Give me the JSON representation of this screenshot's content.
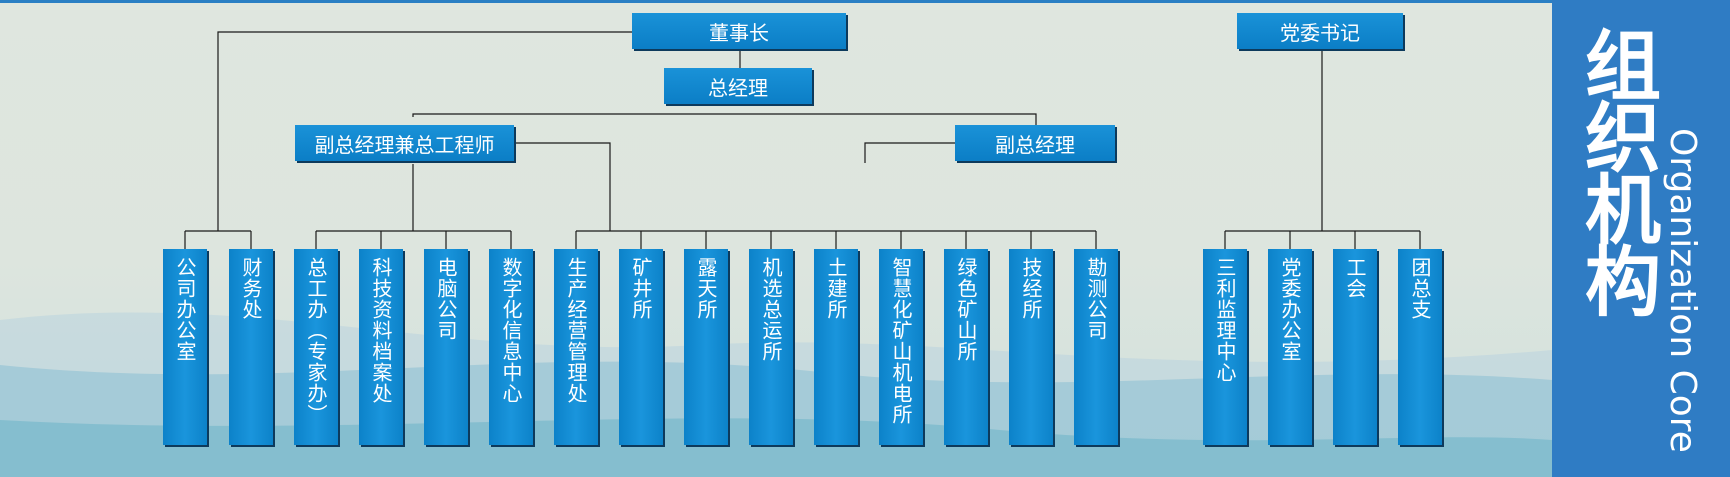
{
  "leadership": {
    "chairman": "董事长",
    "general_manager": "总经理",
    "deputy_chief_engineer": "副总经理兼总工程师",
    "deputy_gm": "副总经理",
    "party_secretary": "党委书记"
  },
  "departments": [
    "公司办公室",
    "财务处",
    "总工办（专家办）",
    "科技资料档案处",
    "电脑公司",
    "数字化信息中心",
    "生产经营管理处",
    "矿井所",
    "露天所",
    "机选总运所",
    "土建所",
    "智慧化矿山机电所",
    "绿色矿山所",
    "技经所",
    "勘测公司"
  ],
  "party_departments": [
    "三利监理中心",
    "党委办公室",
    "工会",
    "团总支"
  ],
  "side_panel": {
    "title_cn": "组织机构",
    "title_en": "Organization Core"
  },
  "colors": {
    "box": "#1190d6",
    "panel": "#2f7cc4",
    "line": "#1a1a1a"
  }
}
